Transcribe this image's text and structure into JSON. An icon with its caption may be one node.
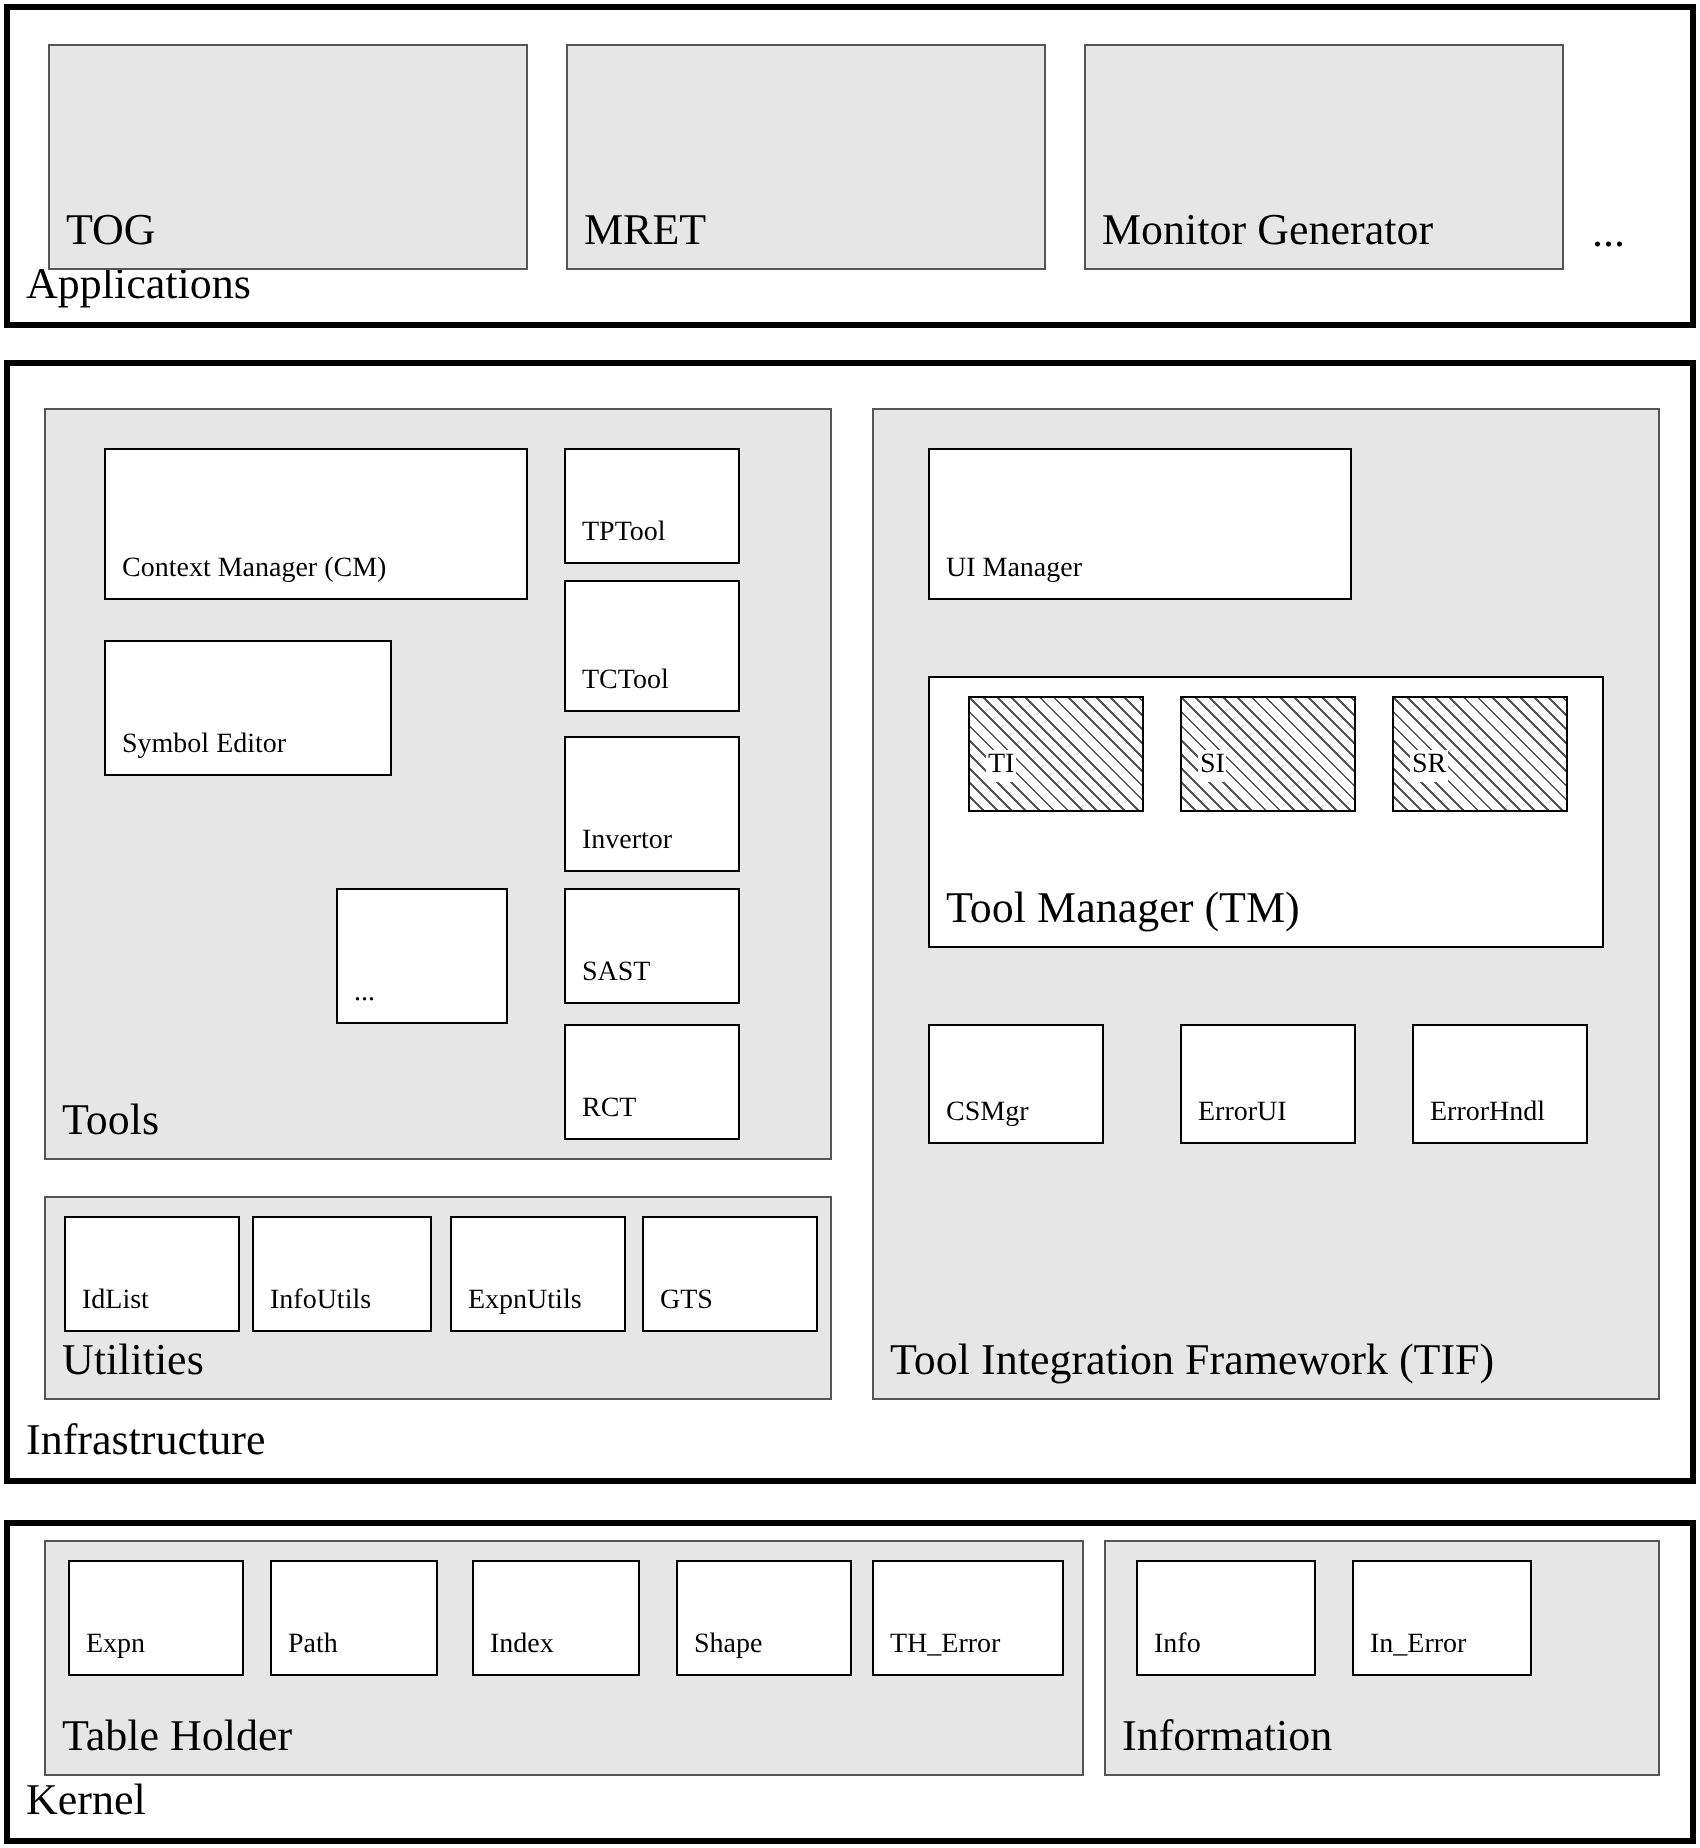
{
  "diagram": {
    "nodes": [
      {
        "text": [
          "Applications"
        ]
      },
      {
        "text": [
          "TOG"
        ],
        "in": 0
      },
      {
        "text": [
          "MRET"
        ],
        "in": 0
      },
      {
        "text": [
          "Monitor Generator"
        ],
        "in": 0,
        "beside": [
          "..."
        ]
      },
      {
        "text": [
          "Infrastructure"
        ]
      },
      {
        "text": [
          "Tools"
        ],
        "in": 4
      },
      {
        "text": [
          "Context Manager (CM)"
        ],
        "in": 5
      },
      {
        "text": [
          "TPTool"
        ],
        "in": 5
      },
      {
        "text": [
          "TCTool"
        ],
        "in": 5
      },
      {
        "text": [
          "Symbol Editor"
        ],
        "in": 5
      },
      {
        "text": [
          "Invertor"
        ],
        "in": 5
      },
      {
        "text": [
          "..."
        ],
        "in": 5
      },
      {
        "text": [
          "SAST"
        ],
        "in": 5
      },
      {
        "text": [
          "RCT"
        ],
        "in": 5
      },
      {
        "text": [
          "Tool Integration Framework (TIF)"
        ],
        "in": 4
      },
      {
        "text": [
          "UI Manager"
        ],
        "in": 14
      },
      {
        "text": [
          "Tool Manager (TM)"
        ],
        "in": 14
      },
      {
        "text": [
          "TI"
        ],
        "in": 16
      },
      {
        "text": [
          "SI"
        ],
        "in": 16
      },
      {
        "text": [
          "SR"
        ],
        "in": 16
      },
      {
        "text": [
          "CSMgr"
        ],
        "in": 14
      },
      {
        "text": [
          "ErrorUI"
        ],
        "in": 14
      },
      {
        "text": [
          "ErrorHndl"
        ],
        "in": 14
      },
      {
        "text": [
          "Utilities"
        ],
        "in": 4
      },
      {
        "text": [
          "IdList"
        ],
        "in": 23
      },
      {
        "text": [
          "InfoUtils"
        ],
        "in": 23
      },
      {
        "text": [
          "ExpnUtils"
        ],
        "in": 23
      },
      {
        "text": [
          "GTS"
        ],
        "in": 23
      },
      {
        "text": [
          "Kernel"
        ]
      },
      {
        "text": [
          "Table Holder"
        ],
        "in": 28
      },
      {
        "text": [
          "Expn"
        ],
        "in": 29
      },
      {
        "text": [
          "Path"
        ],
        "in": 29
      },
      {
        "text": [
          "Index"
        ],
        "in": 29
      },
      {
        "text": [
          "Shape"
        ],
        "in": 29
      },
      {
        "text": [
          "TH_Error"
        ],
        "in": 29
      },
      {
        "text": [
          "Information"
        ],
        "in": 28
      },
      {
        "text": [
          "Info"
        ],
        "in": 35
      },
      {
        "text": [
          "In_Error"
        ],
        "in": 35
      }
    ]
  }
}
